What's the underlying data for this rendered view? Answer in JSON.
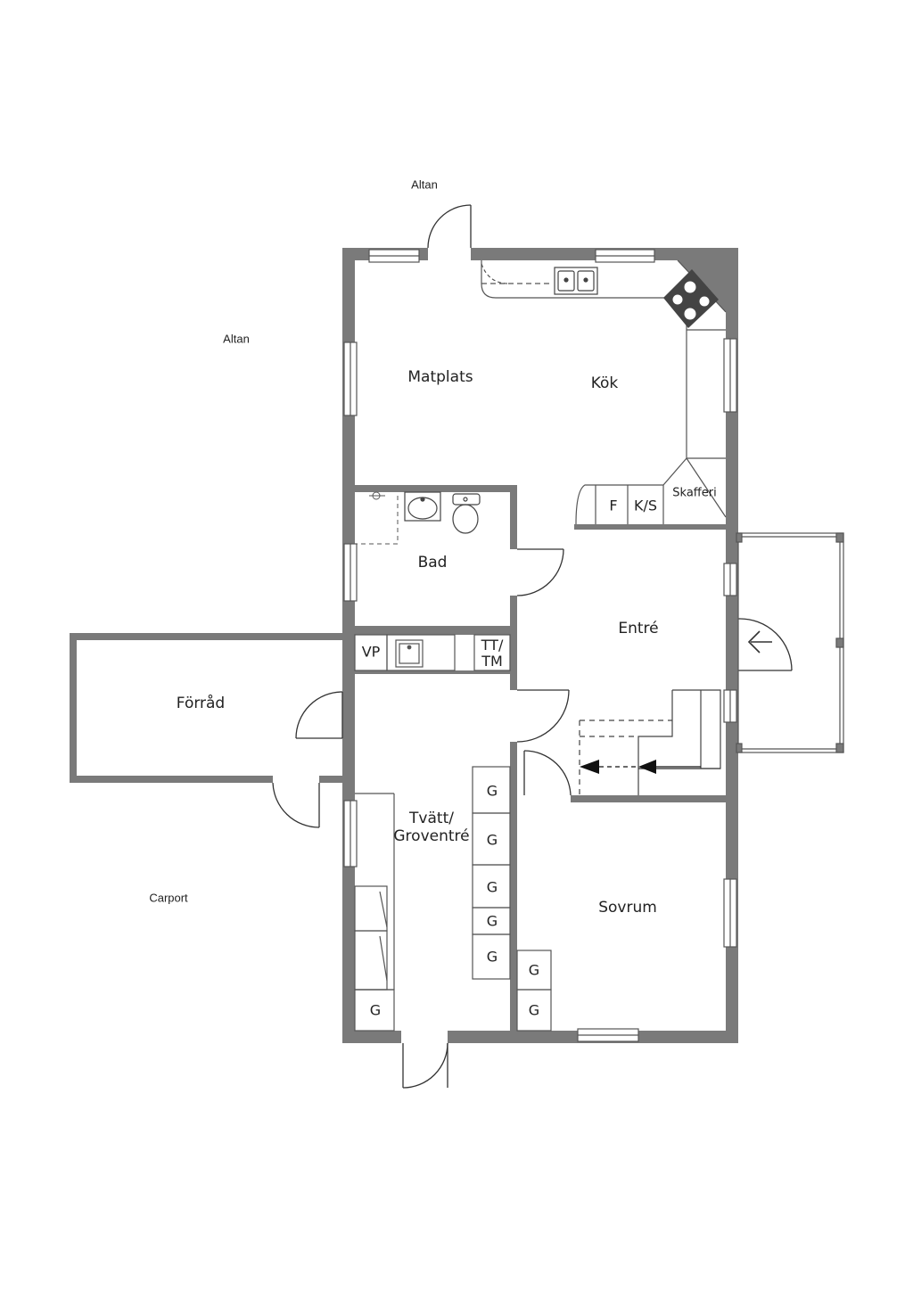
{
  "rooms": {
    "matplats": "Matplats",
    "kok": "Kök",
    "bad": "Bad",
    "entre": "Entré",
    "forrad": "Förråd",
    "tvatt_line1": "Tvätt/",
    "tvatt_line2": "Groventré",
    "sovrum": "Sovrum"
  },
  "outside": {
    "altan_top": "Altan",
    "altan_left": "Altan",
    "carport": "Carport"
  },
  "fixtures": {
    "skafferi": "Skafferi",
    "f": "F",
    "ks": "K/S",
    "vp": "VP",
    "tt": "TT/",
    "tm": "TM",
    "g": "G"
  },
  "icons": [
    "stove-icon",
    "sink-icon",
    "toilet-icon",
    "washbasin-icon",
    "shower-icon",
    "entry-arrow-icon",
    "stair-arrow-icon"
  ],
  "colors": {
    "wall": "#7a7a7a",
    "line": "#333333",
    "stove": "#444444"
  }
}
